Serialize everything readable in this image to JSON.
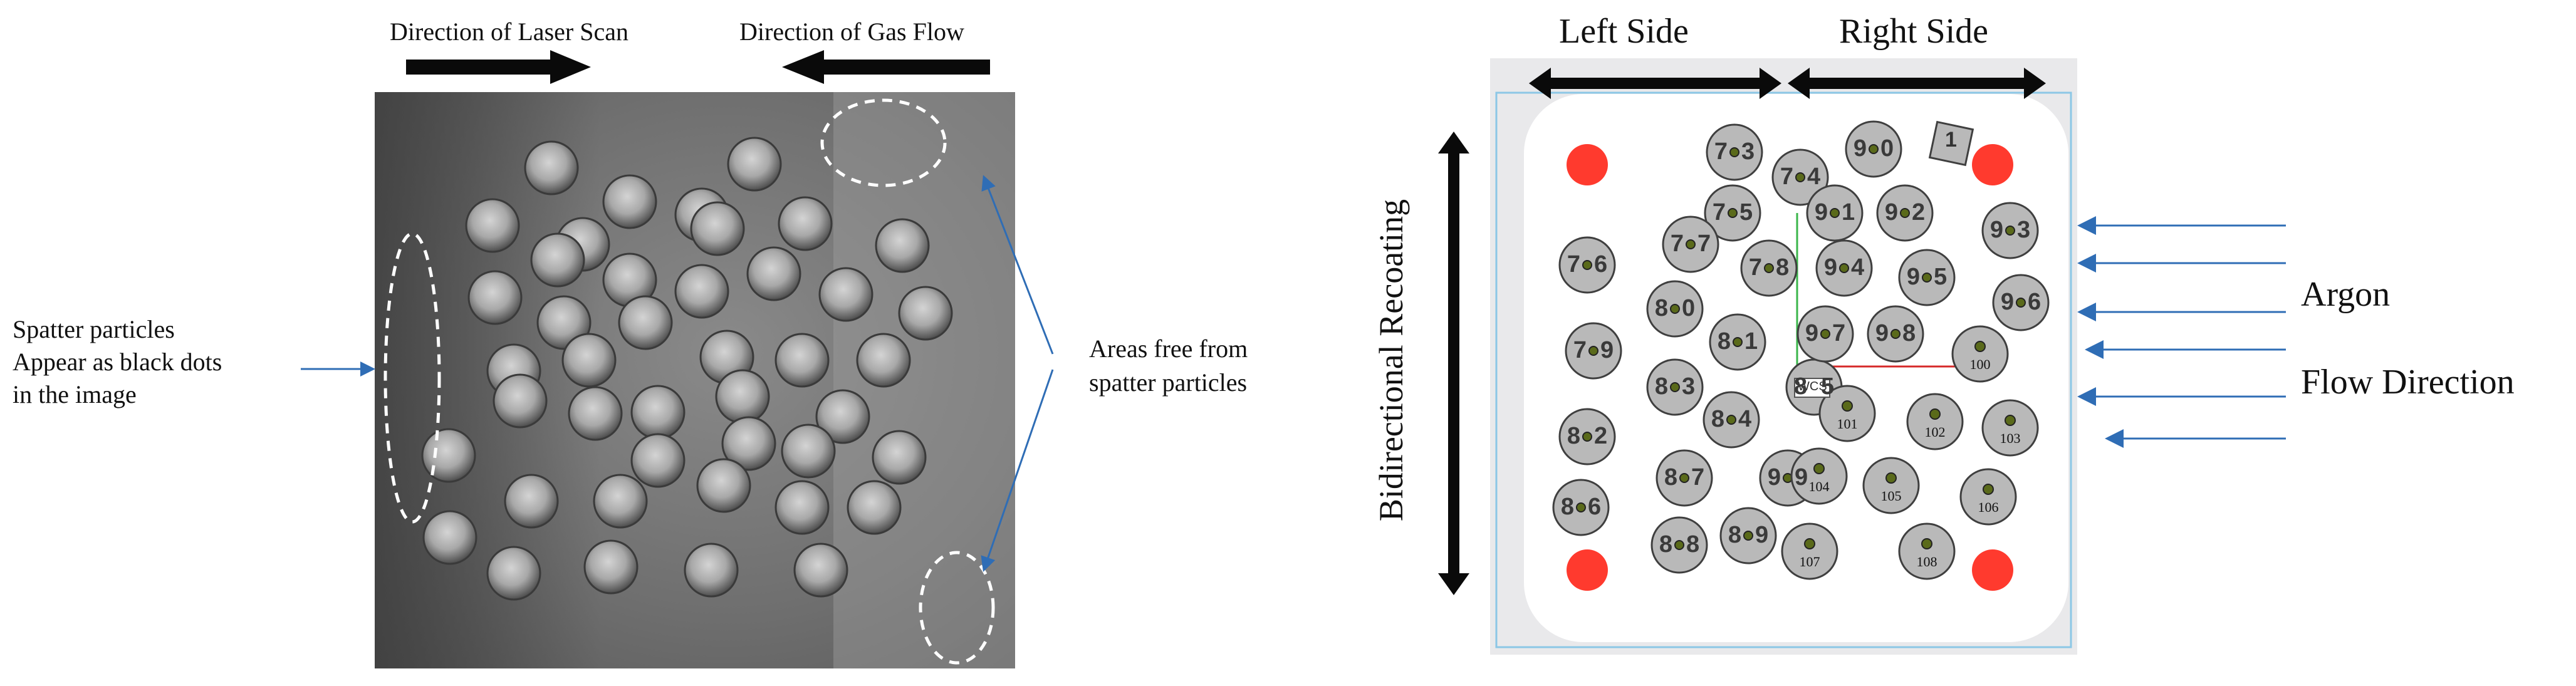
{
  "left_panel": {
    "label_laser": "Direction of Laser Scan",
    "label_gas": "Direction of Gas Flow",
    "spatter_lines": [
      "Spatter particles",
      "Appear as black dots",
      "in the image"
    ],
    "free_lines": [
      "Areas free from",
      "spatter particles"
    ]
  },
  "right_panel": {
    "left_side": "Left Side",
    "right_side": "Right Side",
    "recoating": "Bidirectional Recoating",
    "argon": "Argon",
    "flow_direction": "Flow Direction",
    "wcs": "WCS",
    "sample_labels": [
      "73",
      "74",
      "75",
      "76",
      "77",
      "78",
      "79",
      "80",
      "81",
      "82",
      "83",
      "84",
      "85",
      "86",
      "87",
      "88",
      "89",
      "90",
      "91",
      "92",
      "93",
      "94",
      "95",
      "96",
      "97",
      "98",
      "99",
      "100",
      "101",
      "102",
      "103",
      "104",
      "105",
      "106",
      "107",
      "108",
      "1"
    ]
  },
  "colors": {
    "arrow": "#0a0a0a",
    "blue_arrow": "#2f6db5",
    "marker_red": "#ff3a2e",
    "sample_fill": "#b9b9b9",
    "plate_border": "#8cc7e6",
    "bg_gray": "#e9e9eb"
  }
}
